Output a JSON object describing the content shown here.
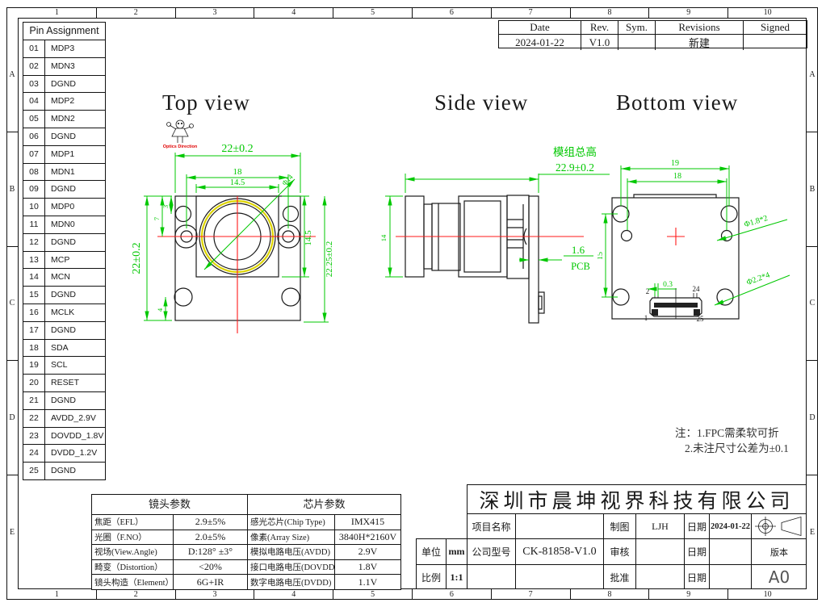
{
  "frame": {
    "columns": [
      "1",
      "2",
      "3",
      "4",
      "5",
      "6",
      "7",
      "8",
      "9",
      "10"
    ],
    "rows": [
      "A",
      "B",
      "C",
      "D",
      "E"
    ]
  },
  "pin_table": {
    "title": "Pin Assignment",
    "pins": [
      {
        "no": "01",
        "name": "MDP3"
      },
      {
        "no": "02",
        "name": "MDN3"
      },
      {
        "no": "03",
        "name": "DGND"
      },
      {
        "no": "04",
        "name": "MDP2"
      },
      {
        "no": "05",
        "name": "MDN2"
      },
      {
        "no": "06",
        "name": "DGND"
      },
      {
        "no": "07",
        "name": "MDP1"
      },
      {
        "no": "08",
        "name": "MDN1"
      },
      {
        "no": "09",
        "name": "DGND"
      },
      {
        "no": "10",
        "name": "MDP0"
      },
      {
        "no": "11",
        "name": "MDN0"
      },
      {
        "no": "12",
        "name": "DGND"
      },
      {
        "no": "13",
        "name": "MCP"
      },
      {
        "no": "14",
        "name": "MCN"
      },
      {
        "no": "15",
        "name": "DGND"
      },
      {
        "no": "16",
        "name": "MCLK"
      },
      {
        "no": "17",
        "name": "DGND"
      },
      {
        "no": "18",
        "name": "SDA"
      },
      {
        "no": "19",
        "name": "SCL"
      },
      {
        "no": "20",
        "name": "RESET"
      },
      {
        "no": "21",
        "name": "DGND"
      },
      {
        "no": "22",
        "name": "AVDD_2.9V"
      },
      {
        "no": "23",
        "name": "DOVDD_1.8V"
      },
      {
        "no": "24",
        "name": "DVDD_1.2V"
      },
      {
        "no": "25",
        "name": "DGND"
      }
    ]
  },
  "revisions": {
    "headers": {
      "date": "Date",
      "rev": "Rev.",
      "sym": "Sym.",
      "revisions": "Revisions",
      "signed": "Signed"
    },
    "entry": {
      "date": "2024-01-22",
      "rev": "V1.0",
      "sym": "",
      "revisions": "新建",
      "signed": ""
    }
  },
  "views": {
    "top": {
      "title": "Top view",
      "optics_label": "Optics Direction",
      "dims": {
        "width_outer": "22±0.2",
        "width_mid": "18",
        "width_inner": "14.5",
        "diameter": "Φ14",
        "height_outer": "22±0.2",
        "offset_3": "3",
        "offset_7": "7",
        "offset_4": "4",
        "height_inner": "14.5",
        "height_right": "22.25±0.2"
      }
    },
    "side": {
      "title": "Side view",
      "module_height_label": "模组总高",
      "pcb_label": "PCB",
      "dims": {
        "total_height": "22.9±0.2",
        "lens_height": "14",
        "pcb_thickness": "1.6"
      }
    },
    "bottom": {
      "title": "Bottom view",
      "dims": {
        "hole_span": "19",
        "hole_span_inner": "18",
        "vertical_span": "15",
        "pin_pitch": "0.3",
        "hole_small": "Φ1.8*2",
        "hole_large": "Φ2.2*4"
      },
      "pins": {
        "p2": "2",
        "p24": "24",
        "p1": "1",
        "p25": "25"
      }
    }
  },
  "notes": {
    "line1": "注：1.FPC需柔软可折",
    "line2": "2.未注尺寸公差为±0.1"
  },
  "spec_table": {
    "lens_header": "镜头参数",
    "chip_header": "芯片参数",
    "rows": [
      {
        "l_label": "焦距（EFL）",
        "l_value": "2.9±5%",
        "r_label": "感光芯片(Chip Type)",
        "r_value": "IMX415"
      },
      {
        "l_label": "光圈（F.NO）",
        "l_value": "2.0±5%",
        "r_label": "像素(Array Size)",
        "r_value": "3840H*2160V"
      },
      {
        "l_label": "视场(View.Angle)",
        "l_value": "D:128° ±3°",
        "r_label": "模拟电路电压(AVDD)",
        "r_value": "2.9V"
      },
      {
        "l_label": "畸变（Distortion）",
        "l_value": "<20%",
        "r_label": "接口电路电压(DOVDD)",
        "r_value": "1.8V"
      },
      {
        "l_label": "镜头构造（Element）",
        "l_value": "6G+IR",
        "r_label": "数字电路电压(DVDD)",
        "r_value": "1.1V"
      }
    ]
  },
  "title_block": {
    "company": "深圳市晨坤视界科技有限公司",
    "project_label": "项目名称",
    "project_value": "",
    "unit_label": "单位",
    "unit_value": "mm",
    "model_label": "公司型号",
    "model_value": "CK-81858-V1.0",
    "scale_label": "比例",
    "scale_value": "1:1",
    "draft_label": "制图",
    "draft_value": "LJH",
    "date_label": "日期",
    "draft_date": "2024-01-22",
    "check_label": "审核",
    "approve_label": "批准",
    "version_label": "版本",
    "size": "A0"
  }
}
